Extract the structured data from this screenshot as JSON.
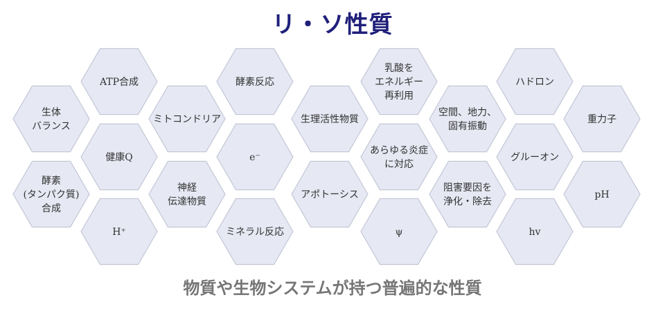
{
  "title": "リ・ソ性質",
  "subtitle": "物質や生物システムが持つ普遍的な性質",
  "colors": {
    "title": "#1f1f7a",
    "hex_fill": "#e6e8f3",
    "hex_stroke": "#c3c7d6",
    "subtitle": "#757575"
  },
  "hexagons": [
    {
      "id": "seitai-balance",
      "lines": [
        "生体",
        "バランス"
      ]
    },
    {
      "id": "koso-gosei",
      "lines": [
        "酵素",
        "(タンパク質)",
        "合成"
      ]
    },
    {
      "id": "atp-gosei",
      "lines": [
        "ATP合成"
      ]
    },
    {
      "id": "kenko-q",
      "lines": [
        "健康Q"
      ]
    },
    {
      "id": "h-plus",
      "lines": [
        "H⁺"
      ]
    },
    {
      "id": "mitochondria",
      "lines": [
        "ミトコンドリア"
      ]
    },
    {
      "id": "shinkei-dentatsu",
      "lines": [
        "神経",
        "伝達物質"
      ]
    },
    {
      "id": "koso-hanno",
      "lines": [
        "酵素反応"
      ]
    },
    {
      "id": "electron",
      "lines": [
        "e⁻"
      ]
    },
    {
      "id": "mineral-hanno",
      "lines": [
        "ミネラル反応"
      ]
    },
    {
      "id": "seiri-kassei",
      "lines": [
        "生理活性物質"
      ]
    },
    {
      "id": "apoptosis",
      "lines": [
        "アポトーシス"
      ]
    },
    {
      "id": "nyusan-energy",
      "lines": [
        "乳酸を",
        "エネルギー",
        "再利用"
      ]
    },
    {
      "id": "enshou",
      "lines": [
        "あらゆる炎症",
        "に対応"
      ]
    },
    {
      "id": "psi",
      "lines": [
        "ψ"
      ]
    },
    {
      "id": "kukan-shindo",
      "lines": [
        "空間、地力、",
        "固有振動"
      ]
    },
    {
      "id": "jouka",
      "lines": [
        "阻害要因を",
        "浄化・除去"
      ]
    },
    {
      "id": "hadron",
      "lines": [
        "ハドロン"
      ]
    },
    {
      "id": "gluon",
      "lines": [
        "グルーオン"
      ]
    },
    {
      "id": "hv",
      "lines": [
        "hv"
      ]
    },
    {
      "id": "graviton",
      "lines": [
        "重力子"
      ]
    },
    {
      "id": "ph",
      "lines": [
        "pH"
      ]
    }
  ]
}
